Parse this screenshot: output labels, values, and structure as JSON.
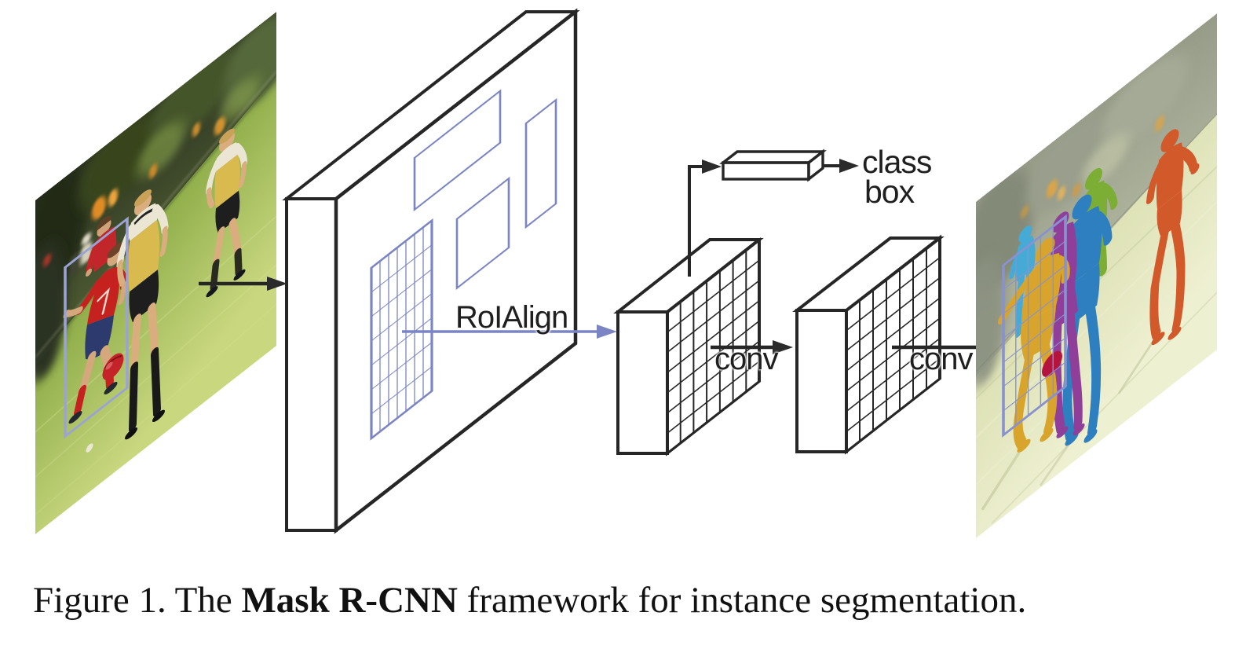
{
  "figure": {
    "caption": {
      "prefix": "Figure 1. The ",
      "bold": "Mask R-CNN",
      "suffix": " framework for instance segmentation."
    },
    "labels": {
      "roialign": "RoIAlign",
      "conv_first": "conv",
      "conv_second": "conv",
      "class_output": "class",
      "box_output": "box"
    },
    "roialign_grid": {
      "rows": 7,
      "cols": 7
    },
    "colors": {
      "diagram-line": "#262626",
      "roi-outline-blue": "#7b85c4",
      "photo-roi-box-blue": "#9ba3d4",
      "label-text": "#1f1f1f",
      "mask-golden": "#d9a42c",
      "mask-purple": "#8f3f9a",
      "mask-blue": "#2e7fc0",
      "mask-green": "#7cad35",
      "mask-cyan": "#45aad5",
      "mask-ball-red": "#b5143c",
      "mask-orange": "#d2592a"
    }
  }
}
